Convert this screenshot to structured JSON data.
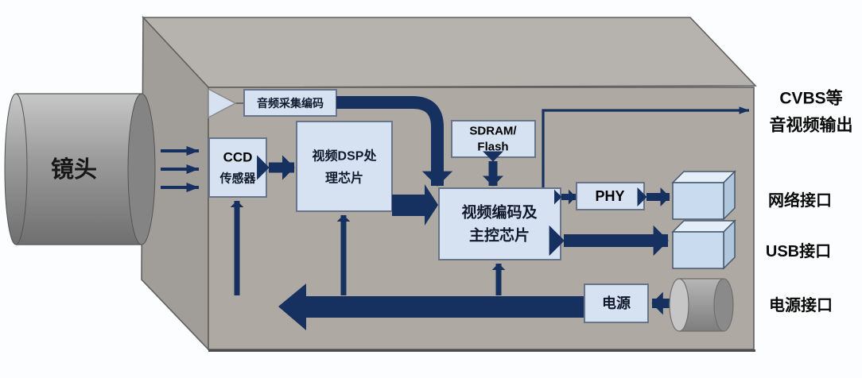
{
  "colors": {
    "background": "#fcfdfe",
    "arrow_navy": "#16305f",
    "block_fill": "#d6e2f1",
    "block_border": "#67748a",
    "box_front": "#aeaaa3",
    "box_top": "#b6b3ae",
    "box_side": "#a19d98",
    "box_edge": "#606060",
    "cube_front": "#c9dbee",
    "cube_top": "#e4eef8",
    "cube_side": "#b0c6dd",
    "cube_border": "#46566b",
    "cylinder_gray": "#a2a2a2",
    "cylinder_cap": "#c6c6c6",
    "text_dark": "#10182e",
    "label_black": "#0a0a0a"
  },
  "lens": {
    "label": "镜头"
  },
  "blocks": {
    "audio": {
      "label": "音频采集编码"
    },
    "ccd": {
      "line1": "CCD",
      "line2": "传感器"
    },
    "dsp": {
      "line1": "视频DSP处",
      "line2": "理芯片"
    },
    "sdram": {
      "line1": "SDRAM/",
      "line2": "Flash"
    },
    "main": {
      "line1": "视频编码及",
      "line2": "主控芯片"
    },
    "phy": {
      "label": "PHY"
    },
    "power": {
      "label": "电源"
    }
  },
  "ports": {
    "cvbs": {
      "line1": "CVBS等",
      "line2": "音视频输出"
    },
    "network": {
      "label": "网络接口"
    },
    "usb": {
      "label": "USB接口"
    },
    "power": {
      "label": "电源接口"
    }
  }
}
